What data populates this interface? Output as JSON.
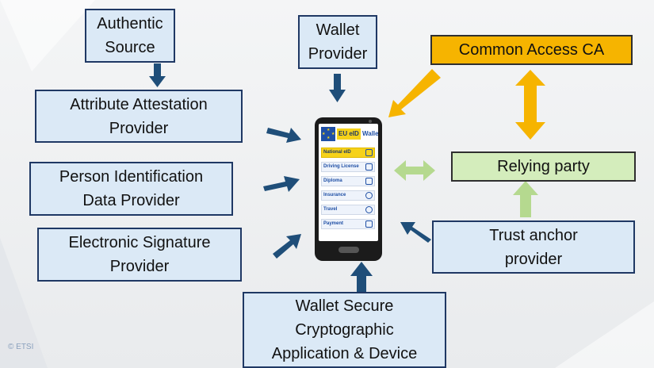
{
  "nodes": {
    "authentic_source": "Authentic\nSource",
    "wallet_provider": "Wallet\nProvider",
    "common_access_ca": "Common Access CA",
    "attribute_attestation": "Attribute Attestation\nProvider",
    "person_identification": "Person Identification\nData Provider",
    "electronic_signature": "Electronic Signature\nProvider",
    "relying_party": "Relying party",
    "trust_anchor": "Trust anchor\nprovider",
    "wallet_secure": "Wallet Secure\nCryptographic\nApplication & Device"
  },
  "phone": {
    "eu_badge": "EU eID",
    "wallet_label": "Wallet",
    "rows": [
      "National eID",
      "Driving License",
      "Diploma",
      "Insurance",
      "Travel",
      "Payment"
    ]
  },
  "copyright": "© ETSI",
  "colors": {
    "blue_box": "#dbe9f6",
    "blue_border": "#1f3864",
    "orange": "#f6b400",
    "green": "#d4edbc",
    "dark_arrow": "#1f4e79",
    "light_green_arrow": "#b5d98f"
  }
}
